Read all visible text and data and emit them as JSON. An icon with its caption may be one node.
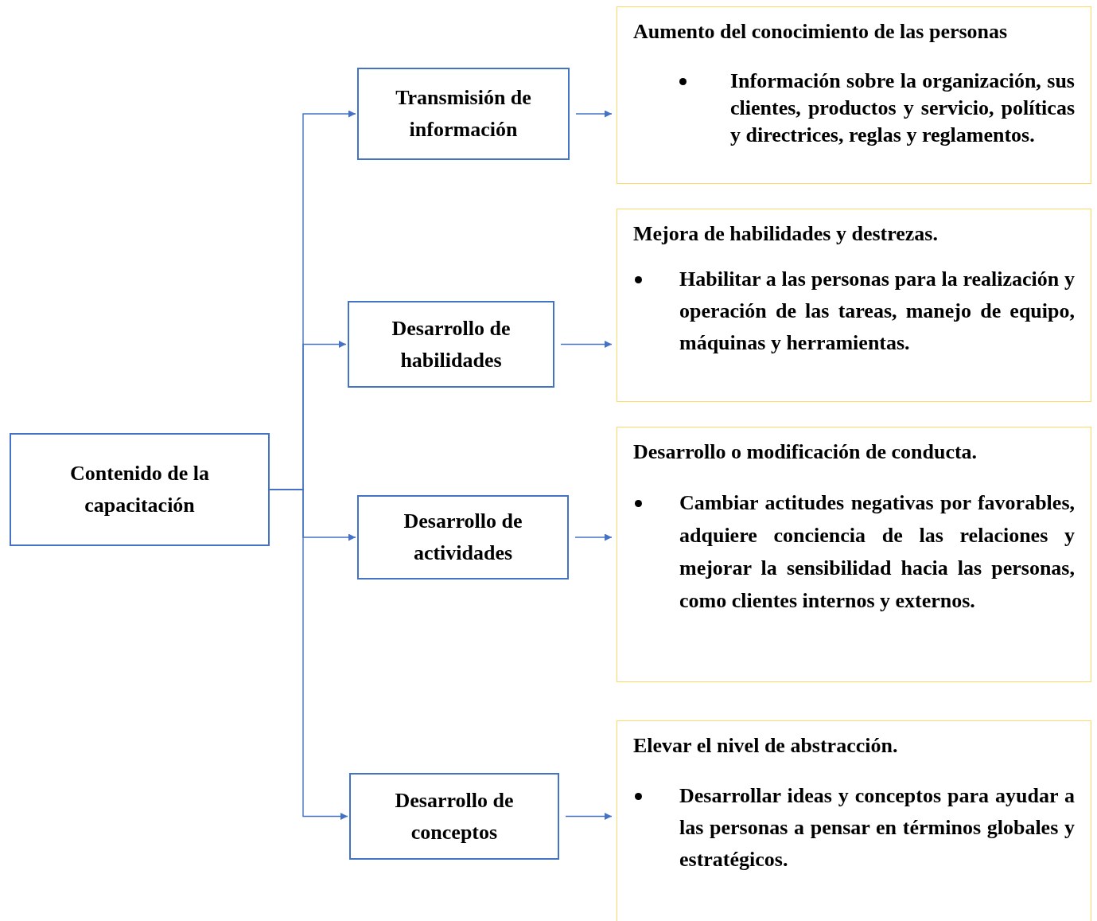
{
  "diagram": {
    "nodes": [
      {
        "text": [
          "Contenido de la capacitación"
        ]
      },
      {
        "text": [
          "Transmisión de información"
        ]
      },
      {
        "text": [
          "Desarrollo de habilidades"
        ]
      },
      {
        "text": [
          "Desarrollo de actividades"
        ]
      },
      {
        "text": [
          "Desarrollo de conceptos"
        ]
      },
      {
        "text": [
          "Aumento del conocimiento de las personas",
          "Información sobre la organización, sus clientes, productos y servicio, políticas y directrices, reglas y reglamentos."
        ]
      },
      {
        "text": [
          "Mejora de habilidades y destrezas.",
          "Habilitar a las personas para la realización y operación de las tareas, manejo de equipo, máquinas y herramientas."
        ]
      },
      {
        "text": [
          "Desarrollo o modificación de conducta.",
          "Cambiar actitudes negativas por favorables, adquiere conciencia de las relaciones y mejorar la sensibilidad hacia las personas, como clientes internos y externos."
        ]
      },
      {
        "text": [
          "Elevar el nivel de abstracción.",
          "Desarrollar ideas y conceptos para ayudar a las personas a pensar en términos globales y estratégicos."
        ]
      }
    ],
    "edges": [
      {
        "from": 0,
        "to": 1,
        "arrow": "to"
      },
      {
        "from": 0,
        "to": 2,
        "arrow": "to"
      },
      {
        "from": 0,
        "to": 3,
        "arrow": "to"
      },
      {
        "from": 0,
        "to": 4,
        "arrow": "to"
      },
      {
        "from": 1,
        "to": 5,
        "arrow": "to"
      },
      {
        "from": 2,
        "to": 6,
        "arrow": "to"
      },
      {
        "from": 3,
        "to": 7,
        "arrow": "to"
      },
      {
        "from": 4,
        "to": 8,
        "arrow": "to"
      }
    ]
  }
}
